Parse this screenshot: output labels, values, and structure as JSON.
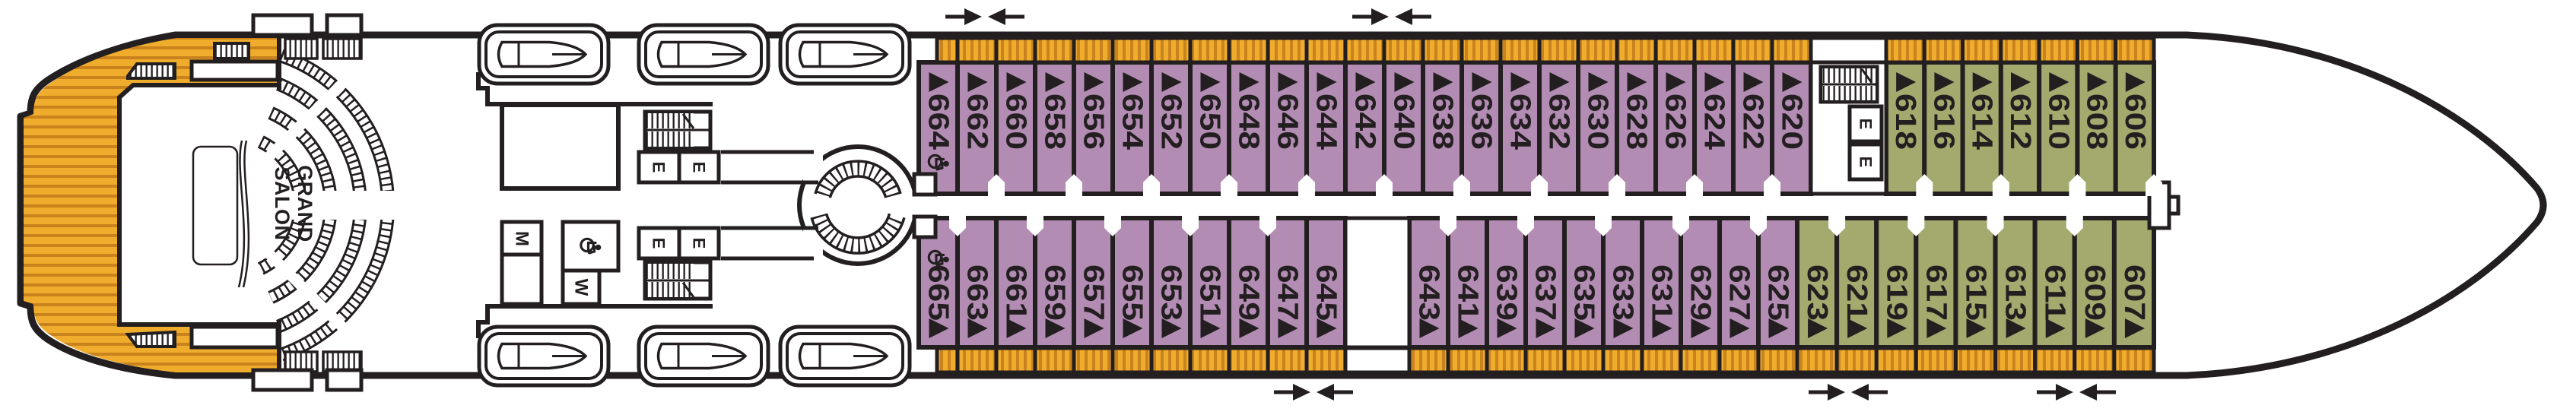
{
  "plan": {
    "type": "cruise-ship-deck-plan",
    "deck_side_note": "bow right, stern left",
    "venue": {
      "line1": "GRAND",
      "line2": "SALON"
    },
    "labels": {
      "elevator": "E",
      "mens": "M",
      "womens": "W"
    },
    "icons": {
      "wheelchair": "wheelchair-accessible-icon",
      "cabin_door": "door-direction-triangle",
      "fire_zone": "fire-zone-divider-arrows"
    },
    "colors": {
      "outline": "#231f20",
      "purple_cabin": "#b38cb4",
      "olive_cabin": "#a4a96d",
      "balcony_light": "#f0ac2c",
      "balcony_dark": "#c9831e"
    },
    "cabins": {
      "port_row": [
        {
          "number": "664",
          "color": "purple",
          "accessible": true
        },
        {
          "number": "662",
          "color": "purple"
        },
        {
          "number": "660",
          "color": "purple"
        },
        {
          "number": "658",
          "color": "purple"
        },
        {
          "number": "656",
          "color": "purple"
        },
        {
          "number": "654",
          "color": "purple"
        },
        {
          "number": "652",
          "color": "purple"
        },
        {
          "number": "650",
          "color": "purple"
        },
        {
          "number": "648",
          "color": "purple"
        },
        {
          "number": "646",
          "color": "purple"
        },
        {
          "number": "644",
          "color": "purple"
        },
        {
          "number": "642",
          "color": "purple"
        },
        {
          "number": "640",
          "color": "purple"
        },
        {
          "number": "638",
          "color": "purple"
        },
        {
          "number": "636",
          "color": "purple"
        },
        {
          "number": "634",
          "color": "purple"
        },
        {
          "number": "632",
          "color": "purple"
        },
        {
          "number": "630",
          "color": "purple"
        },
        {
          "number": "628",
          "color": "purple"
        },
        {
          "number": "626",
          "color": "purple"
        },
        {
          "number": "624",
          "color": "purple"
        },
        {
          "number": "622",
          "color": "purple"
        },
        {
          "number": "620",
          "color": "purple"
        },
        {
          "number": "618",
          "color": "olive"
        },
        {
          "number": "616",
          "color": "olive"
        },
        {
          "number": "614",
          "color": "olive"
        },
        {
          "number": "612",
          "color": "olive"
        },
        {
          "number": "610",
          "color": "olive"
        },
        {
          "number": "608",
          "color": "olive"
        },
        {
          "number": "606",
          "color": "olive"
        }
      ],
      "starboard_row": [
        {
          "number": "665",
          "color": "purple",
          "accessible": true
        },
        {
          "number": "663",
          "color": "purple"
        },
        {
          "number": "661",
          "color": "purple"
        },
        {
          "number": "659",
          "color": "purple"
        },
        {
          "number": "657",
          "color": "purple"
        },
        {
          "number": "655",
          "color": "purple"
        },
        {
          "number": "653",
          "color": "purple"
        },
        {
          "number": "651",
          "color": "purple"
        },
        {
          "number": "649",
          "color": "purple"
        },
        {
          "number": "647",
          "color": "purple"
        },
        {
          "number": "645",
          "color": "purple"
        },
        {
          "number": "643",
          "color": "purple"
        },
        {
          "number": "641",
          "color": "purple"
        },
        {
          "number": "639",
          "color": "purple"
        },
        {
          "number": "637",
          "color": "purple"
        },
        {
          "number": "635",
          "color": "purple"
        },
        {
          "number": "633",
          "color": "purple"
        },
        {
          "number": "631",
          "color": "purple"
        },
        {
          "number": "629",
          "color": "purple"
        },
        {
          "number": "627",
          "color": "purple"
        },
        {
          "number": "625",
          "color": "purple"
        },
        {
          "number": "623",
          "color": "olive"
        },
        {
          "number": "621",
          "color": "olive"
        },
        {
          "number": "619",
          "color": "olive"
        },
        {
          "number": "617",
          "color": "olive"
        },
        {
          "number": "615",
          "color": "olive"
        },
        {
          "number": "613",
          "color": "olive"
        },
        {
          "number": "611",
          "color": "olive"
        },
        {
          "number": "609",
          "color": "olive"
        },
        {
          "number": "607",
          "color": "olive"
        }
      ]
    }
  }
}
